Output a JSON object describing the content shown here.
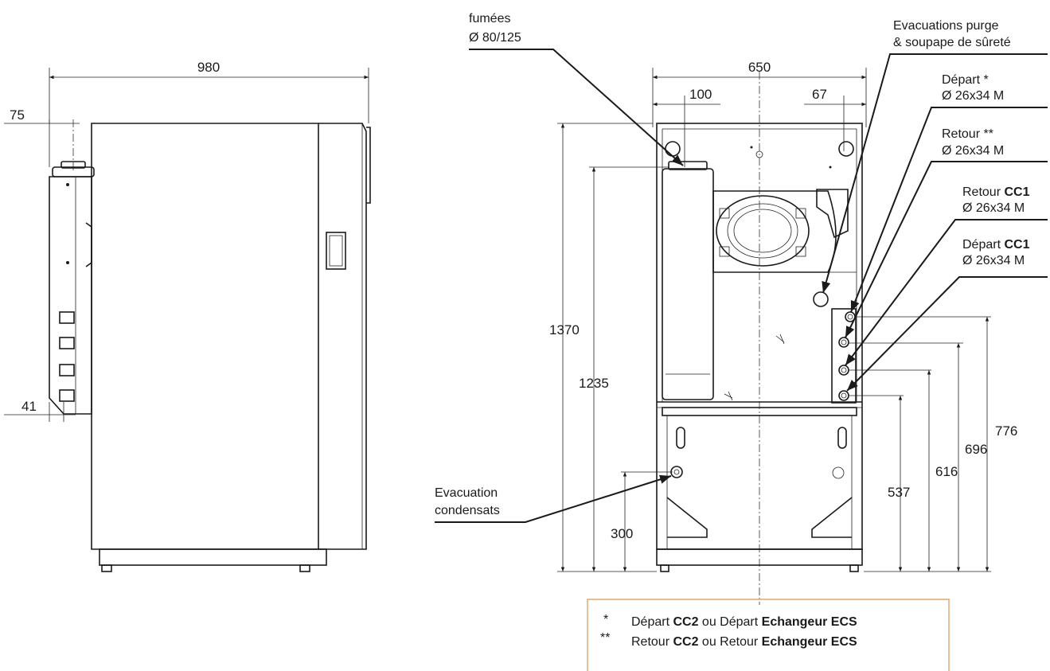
{
  "side_view": {
    "dim_width": "980",
    "dim_top_offset": "75",
    "dim_bottom_offset": "41"
  },
  "front_view": {
    "dim_width": "650",
    "dim_left_flue": "100",
    "dim_right_outlet": "67",
    "dim_height_total": "1370",
    "dim_height_flue": "1235",
    "dim_condensate": "300",
    "dim_537": "537",
    "dim_616": "616",
    "dim_696": "696",
    "dim_776": "776"
  },
  "callouts": {
    "flue_line1": "fumées",
    "flue_line2": "Ø 80/125",
    "drain_line1": "Evacuations purge",
    "drain_line2": "& soupape de sûreté",
    "flow_line1": "Départ *",
    "flow_line2": "Ø 26x34 M",
    "return_line1": "Retour **",
    "return_line2": "Ø 26x34 M",
    "return_cc1_prefix": "Retour ",
    "return_cc1_bold": "CC1",
    "return_cc1_line2": "Ø 26x34 M",
    "flow_cc1_prefix": "Départ ",
    "flow_cc1_bold": "CC1",
    "flow_cc1_line2": "Ø 26x34 M",
    "condensate_line1": "Evacuation",
    "condensate_line2": "condensats"
  },
  "legend": {
    "row1_mark": "*",
    "row1_a": "Départ ",
    "row1_b": "CC2",
    "row1_c": " ou Départ ",
    "row1_d": "Echangeur ECS",
    "row2_mark": "**",
    "row2_a": "Retour ",
    "row2_b": "CC2",
    "row2_c": " ou Retour ",
    "row2_d": "Echangeur ECS",
    "border_color": "#e3a66b"
  }
}
